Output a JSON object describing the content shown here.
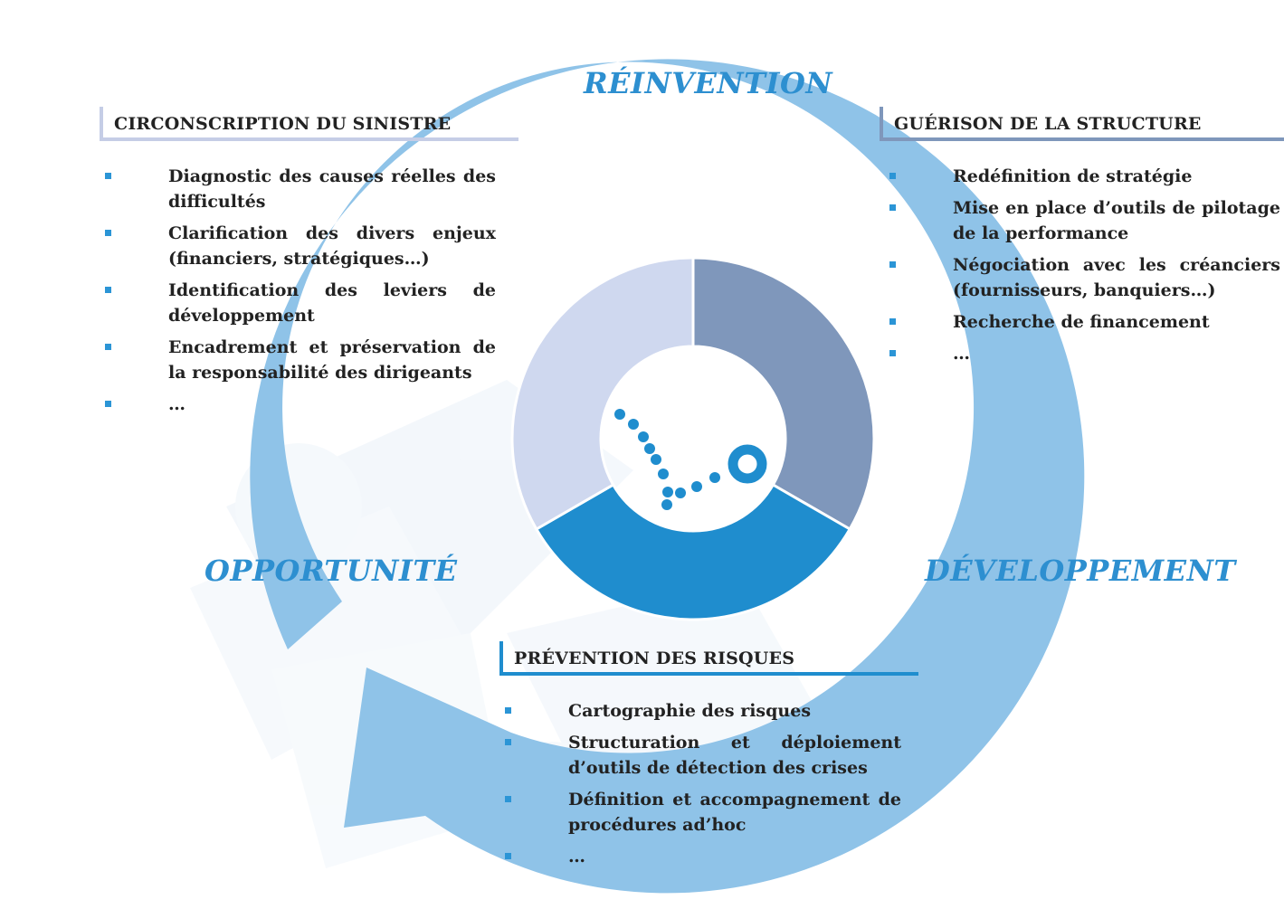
{
  "colors": {
    "arrow": "#8fc3e8",
    "segment_top_right": "#7f97bb",
    "segment_bottom": "#1f8dce",
    "segment_left": "#cfd8ef",
    "accent": "#1f8dce",
    "phase_text": "#2d8fd0",
    "bullet_square": "#2b95d6",
    "heading_bar_light": "#c5cde6",
    "heading_bar_mid": "#7f97bb",
    "heading_bar_dark": "#1f8dce"
  },
  "phases": {
    "reinvention": "RÉINVENTION",
    "opportunite": "OPPORTUNITÉ",
    "developpement": "DÉVELOPPEMENT"
  },
  "sections": {
    "circonscription": {
      "title": "CIRCONSCRIPTION DU SINISTRE",
      "items": [
        "Diagnostic des causes réelles des difficultés",
        "Clarification des divers enjeux (financiers, stratégiques…)",
        "Identification des leviers de développement",
        "Encadrement et préservation de la responsabilité des dirigeants",
        "…"
      ]
    },
    "guerison": {
      "title": "GUÉRISON DE LA STRUCTURE",
      "items": [
        "Redéfinition de stratégie",
        "Mise en place d’outils de pilotage de la performance",
        "Négociation avec les créanciers (fournisseurs, banquiers…)",
        "Recherche de financement",
        "…"
      ]
    },
    "prevention": {
      "title": "PRÉVENTION DES RISQUES",
      "items": [
        "Cartographie des risques",
        "Structuration et déploiement d’outils de détection des crises",
        "Définition et accompagnement de procédures ad’hoc",
        "…"
      ]
    }
  }
}
